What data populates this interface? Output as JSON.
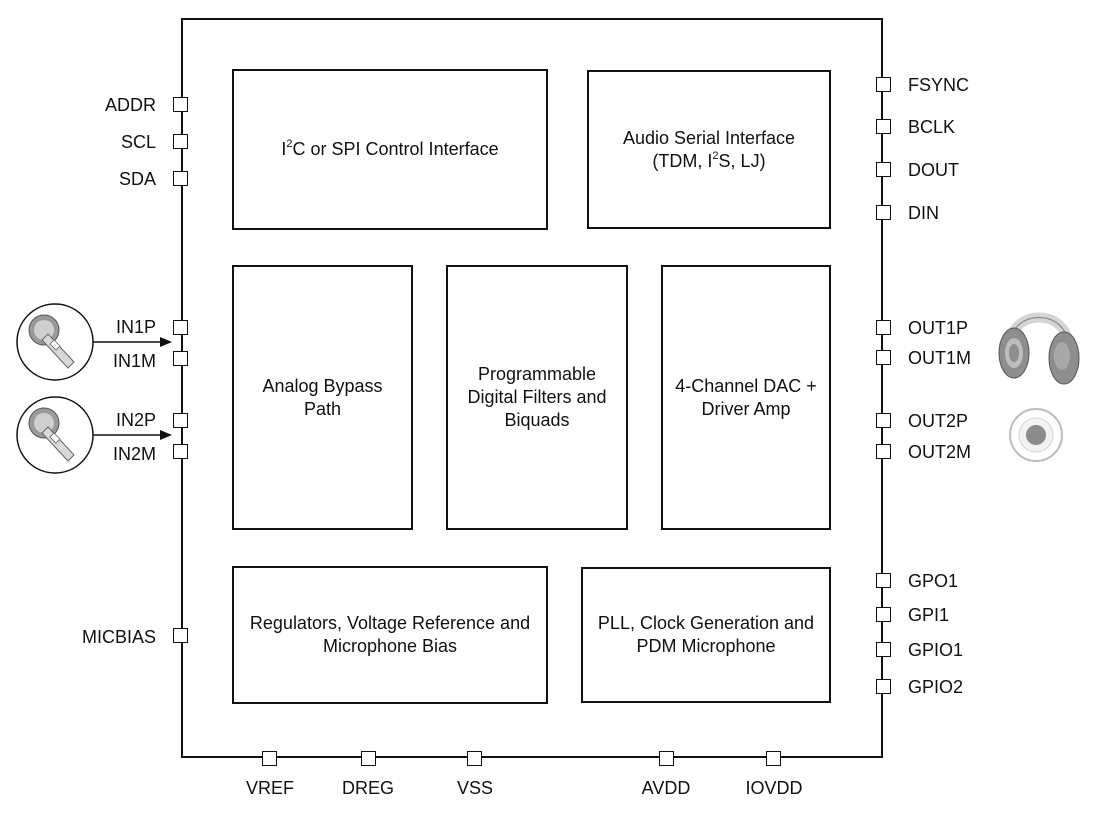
{
  "blocks": {
    "control_interface": {
      "pre": "I",
      "sup": "2",
      "post": "C or SPI Control Interface"
    },
    "audio_serial": {
      "line1": "Audio Serial Interface",
      "line2_pre": "(TDM, I",
      "line2_sup": "2",
      "line2_post": "S, LJ)"
    },
    "analog_bypass": {
      "line1": "Analog Bypass",
      "line2": "Path"
    },
    "digital_filters": {
      "line1": "Programmable",
      "line2": "Digital Filters and",
      "line3": "Biquads"
    },
    "dac": {
      "line1": "4-Channel DAC +",
      "line2": "Driver Amp"
    },
    "regulators": {
      "line1": "Regulators, Voltage Reference and",
      "line2": "Microphone Bias"
    },
    "pll": {
      "line1": "PLL, Clock Generation and",
      "line2": "PDM Microphone"
    }
  },
  "pins": {
    "left": {
      "addr": "ADDR",
      "scl": "SCL",
      "sda": "SDA",
      "in1p": "IN1P",
      "in1m": "IN1M",
      "in2p": "IN2P",
      "in2m": "IN2M",
      "micbias": "MICBIAS"
    },
    "right": {
      "fsync": "FSYNC",
      "bclk": "BCLK",
      "dout": "DOUT",
      "din": "DIN",
      "out1p": "OUT1P",
      "out1m": "OUT1M",
      "out2p": "OUT2P",
      "out2m": "OUT2M",
      "gpo1": "GPO1",
      "gpi1": "GPI1",
      "gpio1": "GPIO1",
      "gpio2": "GPIO2"
    },
    "bottom": {
      "vref": "VREF",
      "dreg": "DREG",
      "vss": "VSS",
      "avdd": "AVDD",
      "iovdd": "IOVDD"
    }
  },
  "icons": [
    "microphone-icon",
    "microphone-icon",
    "headphones-icon",
    "speaker-icon"
  ],
  "colors": {
    "line": "#111111",
    "icon_gray": "#9a9a9a",
    "icon_light": "#d9d9d9"
  }
}
